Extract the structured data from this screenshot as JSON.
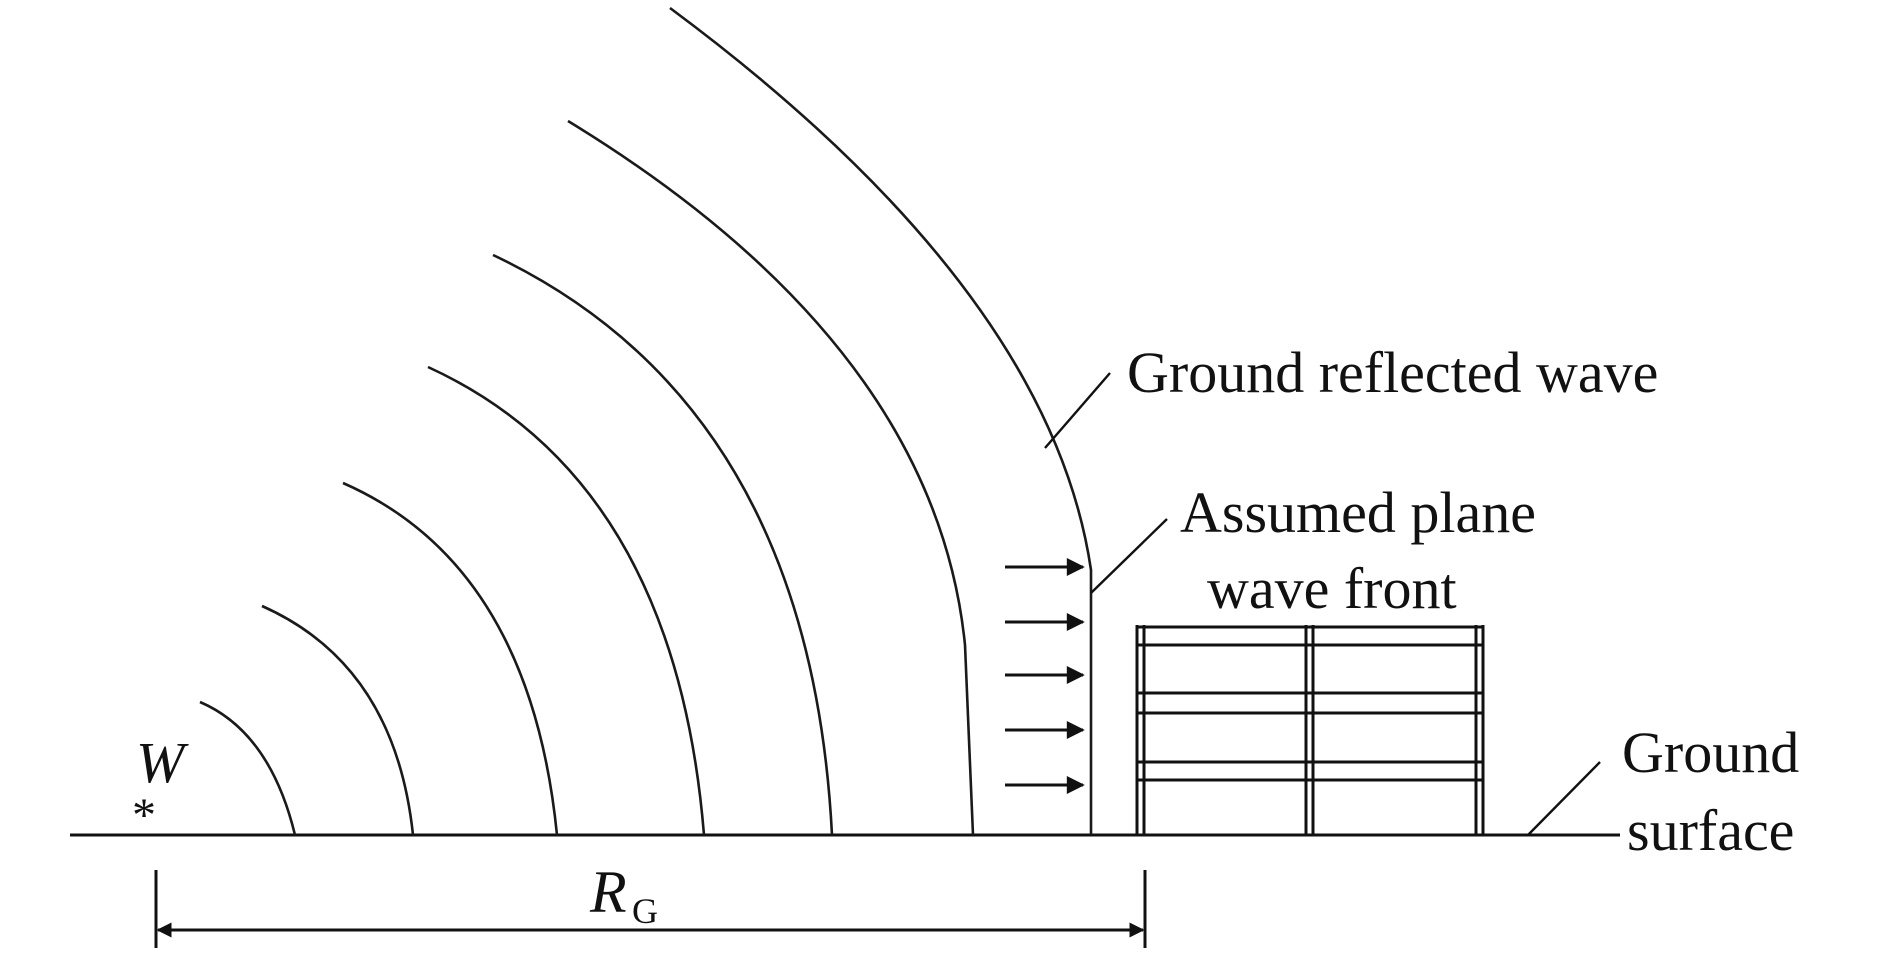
{
  "labels": {
    "ground_reflected_wave": "Ground reflected wave",
    "assumed_plane_line1": "Assumed plane",
    "assumed_plane_line2": "wave front",
    "ground_line1": "Ground",
    "ground_line2": "surface",
    "source_symbol": "W",
    "source_marker": "*",
    "distance_main": "R",
    "distance_sub": "G"
  },
  "colors": {
    "ink": "#111111",
    "background": "#ffffff"
  },
  "icons": {
    "source": "asterisk-icon",
    "direction": "arrow-right-icon"
  }
}
